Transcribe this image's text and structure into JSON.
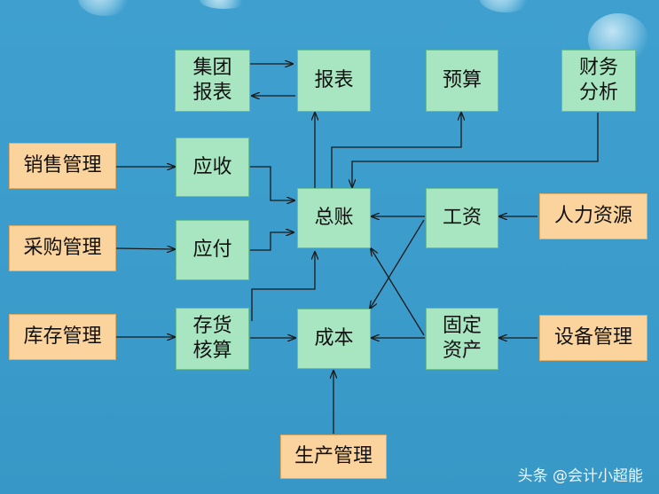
{
  "nodes": {
    "jituan_baobiao": "集团\n报表",
    "baobiao": "报表",
    "yusuan": "预算",
    "caiwu_fenxi": "财务\n分析",
    "xiaoshou": "销售管理",
    "yingshou": "应收",
    "zongzhang": "总账",
    "gongzi": "工资",
    "renli": "人力资源",
    "caigou": "采购管理",
    "yingfu": "应付",
    "kucun": "库存管理",
    "cunhuo": "存货\n核算",
    "chengben": "成本",
    "guding": "固定\n资产",
    "shebei": "设备管理",
    "shengchan": "生产管理"
  },
  "watermark": "头条 @会计小超能",
  "colors": {
    "background": "#3d9ecd",
    "module_fill": "#a8e6c1",
    "source_fill": "#fbd39c",
    "arrow": "#1a1a1a"
  }
}
